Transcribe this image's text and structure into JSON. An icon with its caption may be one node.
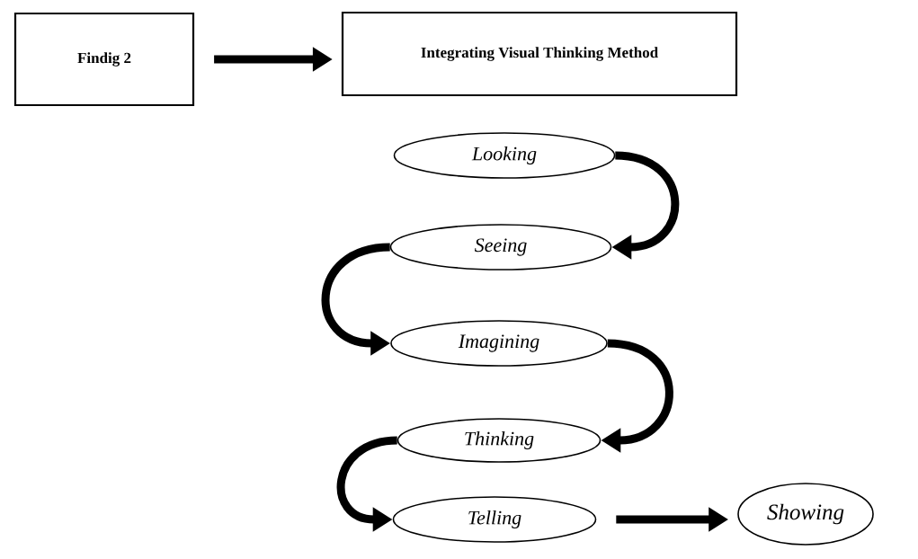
{
  "diagram": {
    "nodes": [
      {
        "text": [
          "Findig 2"
        ]
      },
      {
        "text": [
          "Integrating Visual Thinking Method"
        ]
      },
      {
        "text": [
          "Looking"
        ]
      },
      {
        "text": [
          "Seeing"
        ]
      },
      {
        "text": [
          "Imagining"
        ]
      },
      {
        "text": [
          "Thinking"
        ]
      },
      {
        "text": [
          "Telling"
        ]
      },
      {
        "text": [
          "Showing"
        ]
      }
    ],
    "edges": [
      {
        "from": 0,
        "to": 1,
        "arrow": "to"
      },
      {
        "from": 2,
        "to": 3,
        "arrow": "to"
      },
      {
        "from": 3,
        "to": 4,
        "arrow": "to"
      },
      {
        "from": 4,
        "to": 5,
        "arrow": "to"
      },
      {
        "from": 5,
        "to": 6,
        "arrow": "to"
      },
      {
        "from": 6,
        "to": 7,
        "arrow": "to"
      }
    ]
  }
}
